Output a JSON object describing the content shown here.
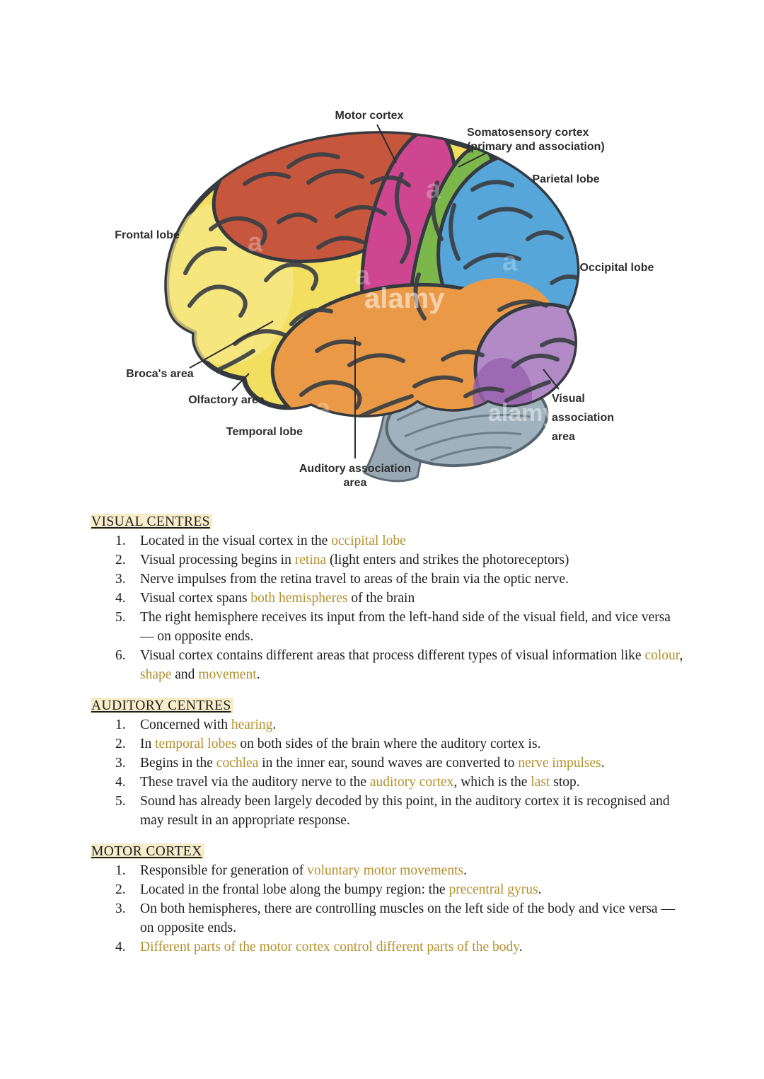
{
  "figure": {
    "watermark": "alamy",
    "watermark_letter": "a",
    "labels": {
      "motor_cortex": "Motor cortex",
      "somatosensory_line1": "Somatosensory cortex",
      "somatosensory_line2": "(primary and association)",
      "parietal": "Parietal lobe",
      "frontal": "Frontal lobe",
      "occipital": "Occipital lobe",
      "broca": "Broca's area",
      "olfactory": "Olfactory area",
      "temporal": "Temporal lobe",
      "auditory_line1": "Auditory association",
      "auditory_line2": "area",
      "visual_line1": "Visual",
      "visual_line2": "association",
      "visual_line3": "area"
    },
    "region_colors": {
      "frontal_yellow": "#f2de5f",
      "superior_frontal_red": "#c6573d",
      "motor_magenta": "#ce4590",
      "somatosensory_green": "#7cb74c",
      "parietal_blue": "#56a6da",
      "occipital_purple": "#b18ac6",
      "temporal_orange": "#ea9a46",
      "cerebellum_gray": "#9fb2bd",
      "outline_dark": "#343a40"
    }
  },
  "styles": {
    "highlight_bg": "#f8edca",
    "gold_text": "#b3902c",
    "body_text": "#1d1d1f"
  },
  "sections": [
    {
      "heading": "VISUAL CENTRES",
      "items": [
        [
          {
            "t": "Located in the visual cortex in the "
          },
          {
            "t": "occipital lobe",
            "gold": true
          }
        ],
        [
          {
            "t": "Visual processing begins in "
          },
          {
            "t": "retina",
            "gold": true
          },
          {
            "t": " (light enters and strikes the photoreceptors)"
          }
        ],
        [
          {
            "t": "Nerve impulses from the retina travel to areas of the brain via the optic nerve."
          }
        ],
        [
          {
            "t": "Visual cortex spans "
          },
          {
            "t": "both hemispheres",
            "gold": true
          },
          {
            "t": " of the brain"
          }
        ],
        [
          {
            "t": "The right hemisphere receives its input from the left-hand side of the visual field, and vice versa — on opposite ends."
          }
        ],
        [
          {
            "t": "Visual cortex contains different areas that process different types of visual information like "
          },
          {
            "t": "colour",
            "gold": true
          },
          {
            "t": ", "
          },
          {
            "t": "shape",
            "gold": true
          },
          {
            "t": " and "
          },
          {
            "t": "movement",
            "gold": true
          },
          {
            "t": "."
          }
        ]
      ]
    },
    {
      "heading": "AUDITORY CENTRES",
      "items": [
        [
          {
            "t": "Concerned with "
          },
          {
            "t": "hearing",
            "gold": true
          },
          {
            "t": "."
          }
        ],
        [
          {
            "t": "In "
          },
          {
            "t": "temporal lobes",
            "gold": true
          },
          {
            "t": " on both sides of the brain where the auditory cortex is."
          }
        ],
        [
          {
            "t": "Begins in the "
          },
          {
            "t": "cochlea",
            "gold": true
          },
          {
            "t": " in the inner ear, sound waves are converted to "
          },
          {
            "t": "nerve impulses",
            "gold": true
          },
          {
            "t": "."
          }
        ],
        [
          {
            "t": "These travel via the auditory nerve to the "
          },
          {
            "t": "auditory cortex",
            "gold": true
          },
          {
            "t": ", which is the "
          },
          {
            "t": "last",
            "gold": true
          },
          {
            "t": " stop."
          }
        ],
        [
          {
            "t": "Sound has already been largely decoded by this point, in the auditory cortex it is recognised and may result in an appropriate response."
          }
        ]
      ]
    },
    {
      "heading": "MOTOR CORTEX",
      "items": [
        [
          {
            "t": "Responsible for generation of "
          },
          {
            "t": "voluntary motor movements",
            "gold": true
          },
          {
            "t": "."
          }
        ],
        [
          {
            "t": "Located in the frontal lobe along the bumpy region: the "
          },
          {
            "t": "precentral gyrus",
            "gold": true
          },
          {
            "t": "."
          }
        ],
        [
          {
            "t": "On both hemispheres, there are controlling muscles on the left side of the body and vice versa — on opposite ends."
          }
        ],
        [
          {
            "t": "Different parts of the motor cortex control different parts of the body",
            "gold": true
          },
          {
            "t": "."
          }
        ]
      ]
    }
  ]
}
